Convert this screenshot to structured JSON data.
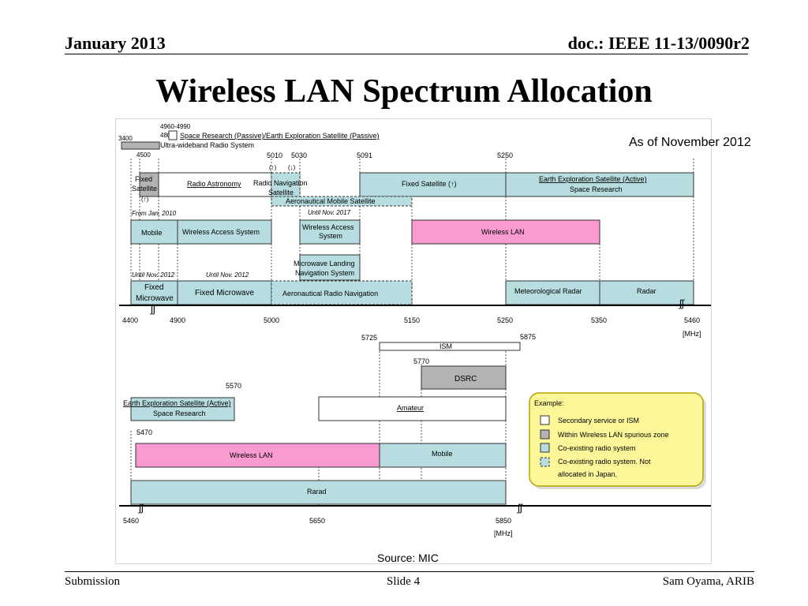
{
  "header": {
    "date": "January 2013",
    "doc": "doc.: IEEE 11-13/0090r2"
  },
  "title": "Wireless LAN Spectrum Allocation",
  "as_of": "As of November 2012",
  "source": "Source: MIC",
  "footer": {
    "left": "Submission",
    "center": "Slide 4",
    "right": "Sam Oyama, ARIB"
  },
  "colors": {
    "coexist": "#b7dde0",
    "wlan": "#f99ad0",
    "spurious": "#b3b3b3",
    "secondary": "#ffffff",
    "legend_bg": "#fdf79a",
    "legend_border": "#b5a400"
  },
  "band_upper": {
    "axis_ticks": [
      "4400",
      "4900",
      "5000",
      "5150",
      "5250",
      "5350",
      "5460"
    ],
    "unit": "[MHz]",
    "markers": [
      "3400",
      "4800",
      "4960-4990",
      "4500",
      "5010",
      "5030",
      "5091",
      "5250"
    ],
    "notes": [
      "From Jan. 2010",
      "Until Nov. 2017",
      "Until Nov. 2012",
      "Until Nov. 2012"
    ],
    "arrows": [
      "(↑)",
      "(↓)",
      "(↑)"
    ],
    "labels": {
      "space_research_passive": "Space Research (Passive)/Earth Exploration Satellite (Passive)",
      "uwb": "Ultra-wideband Radio System",
      "fixed_satellite_left": [
        "Fixed",
        "Satellite"
      ],
      "radio_astronomy": "Radio Astronomy",
      "radio_nav_sat": [
        "Radio Navigation",
        "Satellite"
      ],
      "fixed_satellite_right": "Fixed Satellite (↑)",
      "earth_exploration_active": "Earth Exploration Satellite (Active)",
      "space_research": "Space Research",
      "aero_mobile_sat": "Aeronautical Mobile Satellite",
      "mobile": "Mobile",
      "was_left": "Wireless Access System",
      "was_mid": [
        "Wireless Access",
        "System"
      ],
      "wireless_lan": "Wireless LAN",
      "mls": [
        "Microwave Landing",
        "Navigation System"
      ],
      "fixed_microwave_left": [
        "Fixed",
        "Microwave"
      ],
      "fixed_microwave": "Fixed Microwave",
      "aero_radio_nav": "Aeronautical Radio Navigation",
      "meteorological_radar": "Meteorological Radar",
      "radar": "Radar"
    }
  },
  "band_lower": {
    "axis_ticks": [
      "5460",
      "5650",
      "5850"
    ],
    "unit": "[MHz]",
    "markers": [
      "5725",
      "5875",
      "5770",
      "5570",
      "5470"
    ],
    "labels": {
      "ism": "ISM",
      "dsrc": "DSRC",
      "earth_exploration_active": "Earth Exploration Satellite (Active)",
      "space_research": "Space Research",
      "amateur": "Amateur",
      "wireless_lan": "Wireless LAN",
      "mobile": "Mobile",
      "radar": "Rarad"
    }
  },
  "legend": {
    "title": "Example:",
    "items": [
      {
        "label": "Secondary service or ISM",
        "color": "#ffffff",
        "dashed": false
      },
      {
        "label": "Within Wireless LAN spurious zone",
        "color": "#b3b3b3",
        "dashed": false
      },
      {
        "label": "Co-existing radio system",
        "color": "#b7dde0",
        "dashed": false
      },
      {
        "label": "Co-existing radio system. Not",
        "label2": "allocated in Japan.",
        "color": "#b7dde0",
        "dashed": true
      }
    ]
  },
  "break_mark": "ʃʃ"
}
